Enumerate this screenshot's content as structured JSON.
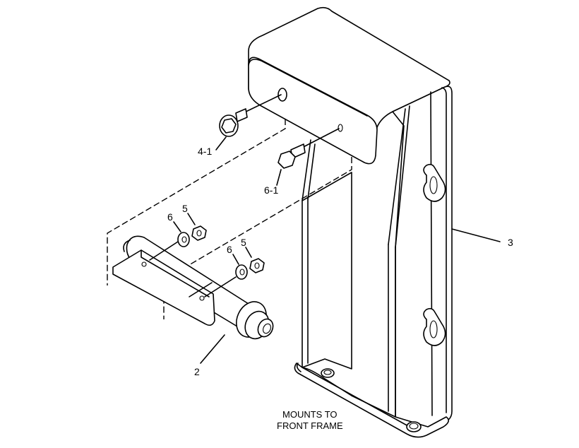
{
  "callouts": {
    "fastener_4_1": "4-1",
    "fastener_6_1": "6-1",
    "washer_6_upper": "6",
    "nut_5_upper": "5",
    "washer_6_lower": "6",
    "nut_5_lower": "5",
    "bracket_3": "3",
    "sensor_2": "2"
  },
  "note": {
    "line1": "MOUNTS TO",
    "line2": "FRONT FRAME"
  }
}
